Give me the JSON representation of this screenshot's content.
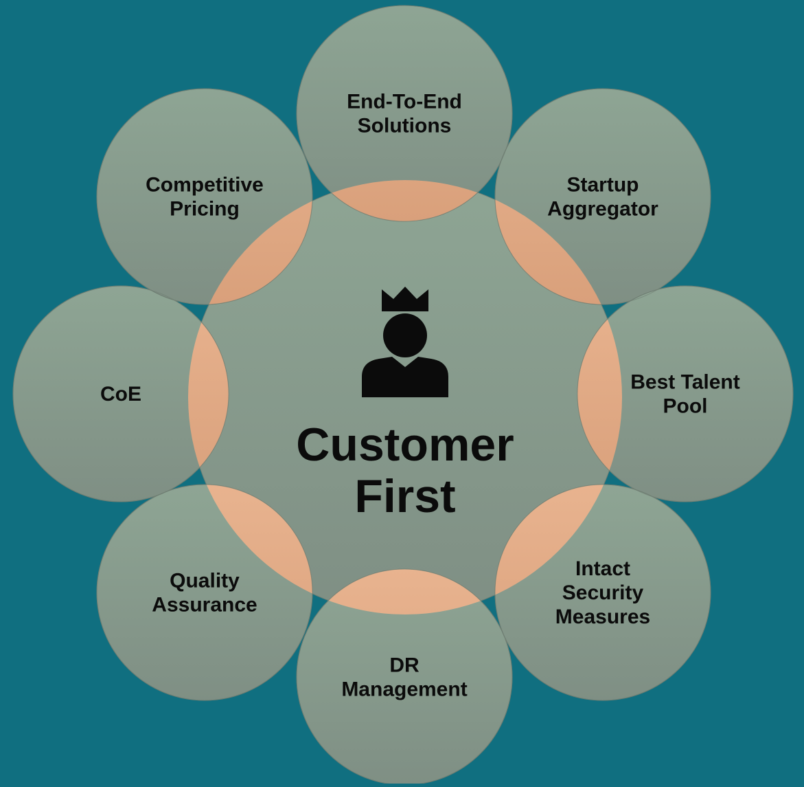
{
  "colors": {
    "background": "#106f80",
    "circle_fill": "#8a9d8e",
    "overlap_fill": "#e3ab85",
    "text": "#0b0b0b"
  },
  "center": {
    "icon": "king-person-icon",
    "title_lines": [
      "Customer",
      "First"
    ]
  },
  "nodes": [
    {
      "id": "end-to-end-solutions",
      "lines": [
        "End-To-End",
        "Solutions"
      ]
    },
    {
      "id": "startup-aggregator",
      "lines": [
        "Startup",
        "Aggregator"
      ]
    },
    {
      "id": "best-talent-pool",
      "lines": [
        "Best Talent",
        "Pool"
      ]
    },
    {
      "id": "intact-security-measures",
      "lines": [
        "Intact",
        "Security",
        "Measures"
      ]
    },
    {
      "id": "dr-management",
      "lines": [
        "DR",
        "Management"
      ]
    },
    {
      "id": "quality-assurance",
      "lines": [
        "Quality",
        "Assurance"
      ]
    },
    {
      "id": "coe",
      "lines": [
        "CoE"
      ]
    },
    {
      "id": "competitive-pricing",
      "lines": [
        "Competitive",
        "Pricing"
      ]
    }
  ]
}
